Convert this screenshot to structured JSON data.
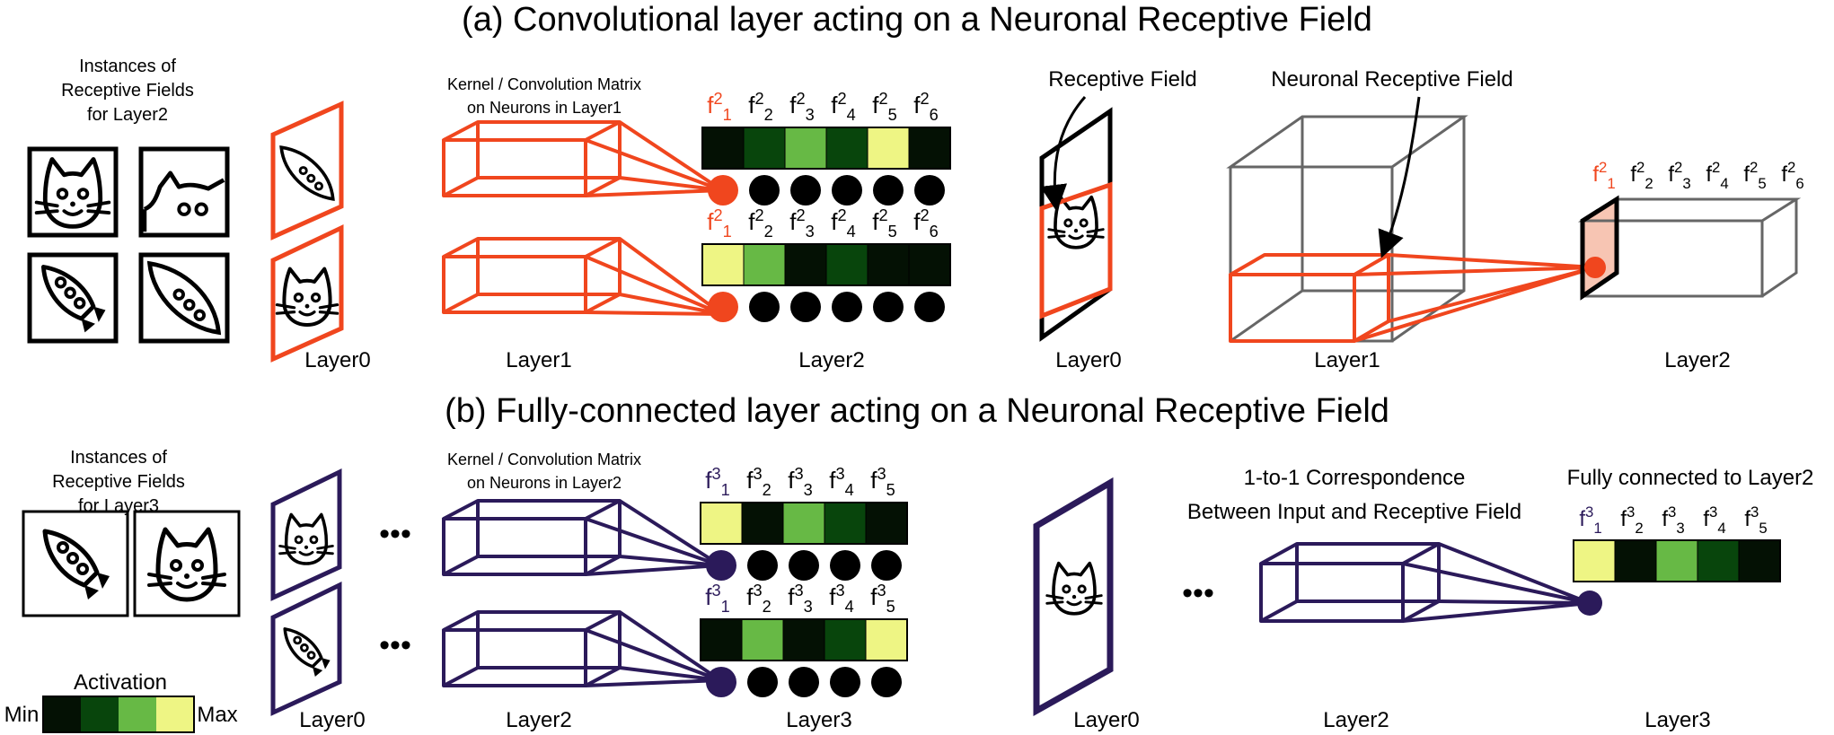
{
  "titles": {
    "a": "(a) Convolutional layer acting on a Neuronal Receptive Field",
    "b": "(b) Fully-connected layer acting on a Neuronal Receptive Field"
  },
  "colors": {
    "red": "#f0461e",
    "purple": "#2b1a5a",
    "red_fill": "#f7c5b3",
    "gray_box": "#666666"
  },
  "activation_scale": {
    "title": "Activation",
    "min_label": "Min",
    "max_label": "Max",
    "colors": [
      "#041104",
      "#08450c",
      "#67b945",
      "#eef584"
    ]
  },
  "panel_a": {
    "instances_label": [
      "Instances of",
      "Receptive Fields",
      "for Layer2"
    ],
    "instances_icons": [
      "cat-face-icon",
      "cat-and-dots-icon",
      "rocket-icon",
      "rocket-dots-icon"
    ],
    "kernel_label": [
      "Kernel / Convolution Matrix",
      "on Neurons in Layer1"
    ],
    "left_layer_labels": [
      "Layer0",
      "Layer1",
      "Layer2"
    ],
    "filters": [
      "1",
      "2",
      "3",
      "4",
      "5",
      "6"
    ],
    "filter_sup": "2",
    "rows": [
      {
        "activations": [
          0,
          1,
          2,
          1,
          3,
          0
        ]
      },
      {
        "activations": [
          3,
          2,
          0,
          1,
          0,
          0
        ]
      }
    ],
    "right_receptive_field": "Receptive Field",
    "right_neuronal_rf": "Neuronal Receptive Field",
    "right_layer_labels": [
      "Layer0",
      "Layer1",
      "Layer2"
    ]
  },
  "panel_b": {
    "instances_label": [
      "Instances of",
      "Receptive Fields",
      "for Layer3"
    ],
    "instances_icons": [
      "rocket-icon",
      "cat-face-icon"
    ],
    "kernel_label": [
      "Kernel / Convolution Matrix",
      "on Neurons in Layer2"
    ],
    "left_layer_labels": [
      "Layer0",
      "Layer2",
      "Layer3"
    ],
    "filters": [
      "1",
      "2",
      "3",
      "4",
      "5"
    ],
    "filter_sup": "3",
    "rows": [
      {
        "activations": [
          3,
          0,
          2,
          1,
          0
        ]
      },
      {
        "activations": [
          0,
          2,
          0,
          1,
          3
        ]
      }
    ],
    "correspondence": [
      "1-to-1 Correspondence",
      "Between Input and Receptive Field"
    ],
    "fully_connected": "Fully connected to Layer2",
    "fc_activations": [
      3,
      0,
      2,
      1,
      0
    ],
    "right_layer_labels": [
      "Layer0",
      "Layer2",
      "Layer3"
    ],
    "ellipsis": "•••"
  }
}
